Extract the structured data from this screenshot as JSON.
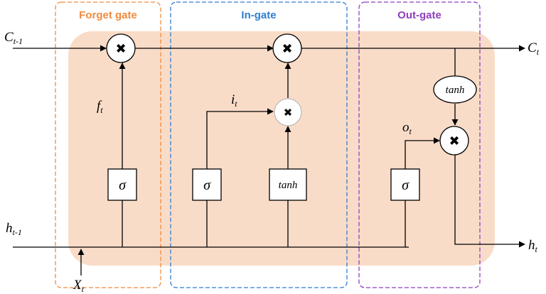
{
  "gates": {
    "forget": {
      "label": "Forget gate",
      "color": "#f08a3c"
    },
    "in": {
      "label": "In-gate",
      "color": "#2e7dd1"
    },
    "out": {
      "label": "Out-gate",
      "color": "#8e3fbf"
    }
  },
  "cell_fill": "#f9dcc8",
  "variables": {
    "c_prev": {
      "base": "C",
      "sub": "t-1"
    },
    "c_t": {
      "base": "C",
      "sub": "t"
    },
    "h_prev": {
      "base": "h",
      "sub": "t-1"
    },
    "h_t": {
      "base": "h",
      "sub": "t"
    },
    "x_t": {
      "base": "X",
      "sub": "t"
    },
    "f_t": {
      "base": "f",
      "sub": "t"
    },
    "i_t": {
      "base": "i",
      "sub": "t"
    },
    "o_t": {
      "base": "o",
      "sub": "t"
    }
  },
  "boxes": {
    "sigma_forget": "σ",
    "sigma_in": "σ",
    "tanh_in": "tanh",
    "sigma_out": "σ",
    "tanh_out": "tanh"
  },
  "ops": {
    "multiply": "✖"
  }
}
